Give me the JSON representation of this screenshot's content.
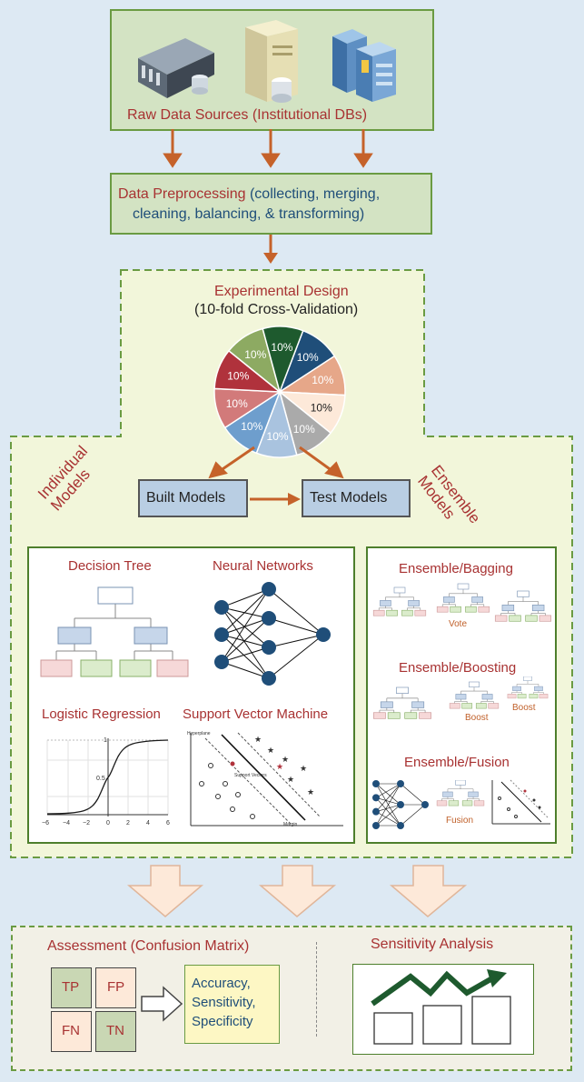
{
  "raw_sources": {
    "label": "Raw Data Sources (Institutional DBs)"
  },
  "preprocessing": {
    "title": "Data Preprocessing",
    "detail_1": "(collecting, merging,",
    "detail_2": "cleaning, balancing, & transforming)"
  },
  "experimental_design": {
    "title": "Experimental Design",
    "subtitle": "(10-fold Cross-Validation)",
    "fold_label": "10%",
    "folds": [
      {
        "color": "#1f4e79"
      },
      {
        "color": "#e6a789"
      },
      {
        "color": "#fde9d9"
      },
      {
        "color": "#aaaaaa"
      },
      {
        "color": "#a9c3df"
      },
      {
        "color": "#6e9ecd"
      },
      {
        "color": "#d27a7a"
      },
      {
        "color": "#b0323c"
      },
      {
        "color": "#8daa62"
      },
      {
        "color": "#1e5a2e"
      }
    ]
  },
  "individual_models_label": "Individual Models",
  "ensemble_models_label": "Ensemble Models",
  "built_models": "Built Models",
  "test_models": "Test Models",
  "individual": {
    "decision_tree": "Decision Tree",
    "neural_networks": "Neural Networks",
    "logistic_regression": "Logistic Regression",
    "svm": "Support Vector Machine",
    "logistic_ticks_x": [
      "−6",
      "−4",
      "−2",
      "0",
      "2",
      "4",
      "6"
    ],
    "logistic_ticks_y": [
      "1",
      "0.5"
    ],
    "svm_labels": {
      "hyperplane": "Hyperplane",
      "support_vectors": "Support Vectors",
      "margin": "Margin"
    }
  },
  "ensemble": {
    "bagging": "Ensemble/Bagging",
    "bagging_vote": "Vote",
    "boosting": "Ensemble/Boosting",
    "boost_1": "Boost",
    "boost_2": "Boost",
    "fusion": "Ensemble/Fusion",
    "fusion_label": "Fusion"
  },
  "assessment": {
    "title": "Assessment (Confusion Matrix)",
    "tp": "TP",
    "fp": "FP",
    "fn": "FN",
    "tn": "TN",
    "metrics": [
      "Accuracy,",
      "Sensitivity,",
      "Specificity"
    ]
  },
  "sensitivity": {
    "title": "Sensitivity Analysis"
  }
}
